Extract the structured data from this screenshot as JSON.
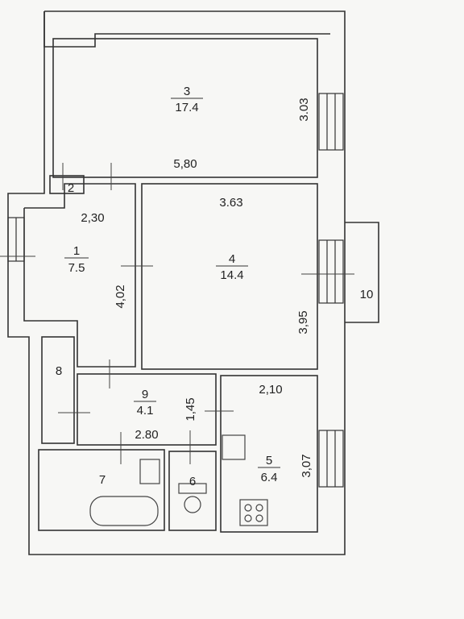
{
  "rooms": [
    {
      "id": "3",
      "number": "3",
      "area": "17.4"
    },
    {
      "id": "4",
      "number": "4",
      "area": "14.4"
    },
    {
      "id": "1",
      "number": "1",
      "area": "7.5"
    },
    {
      "id": "9",
      "number": "9",
      "area": "4.1"
    },
    {
      "id": "5",
      "number": "5",
      "area": "6.4"
    },
    {
      "id": "2",
      "number": "2",
      "area": ""
    },
    {
      "id": "8",
      "number": "8",
      "area": ""
    },
    {
      "id": "7",
      "number": "7",
      "area": ""
    },
    {
      "id": "6",
      "number": "6",
      "area": ""
    },
    {
      "id": "10",
      "number": "10",
      "area": ""
    }
  ],
  "dimensions": {
    "room3_width": "5,80",
    "room3_depth": "3.03",
    "room4_width": "3.63",
    "room4_depth": "3,95",
    "room1_width": "2,30",
    "room1_depth": "4,02",
    "room9_width": "2.80",
    "room9_depth": "1,45",
    "room5_width": "2,10",
    "room5_depth": "3,07"
  },
  "colors": {
    "wall": "#333333",
    "background": "#f7f7f5",
    "line": "#444444"
  }
}
